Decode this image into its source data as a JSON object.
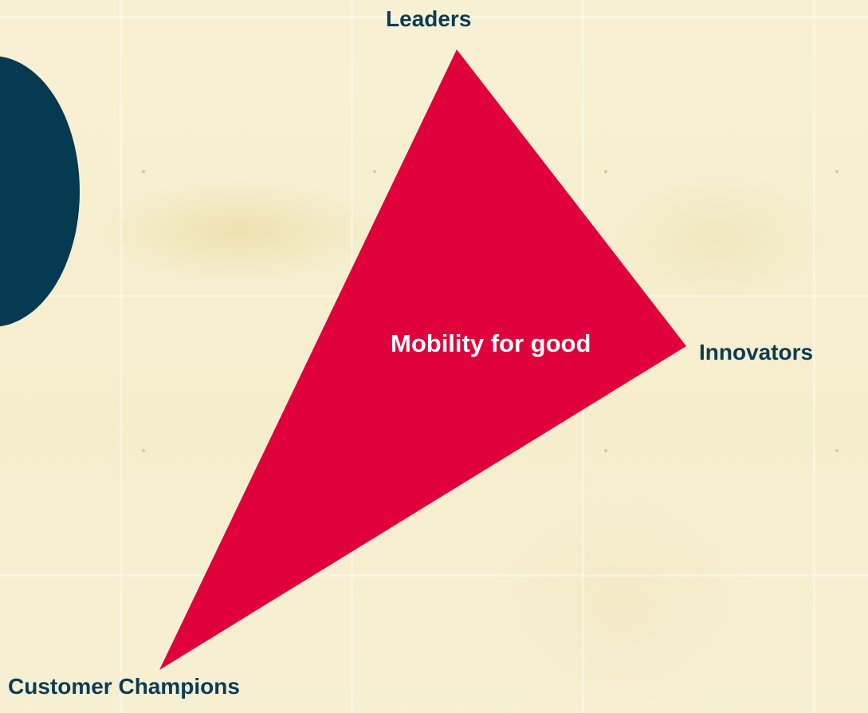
{
  "diagram": {
    "center_text": "Mobility for good",
    "vertices": {
      "top": "Leaders",
      "right": "Innovators",
      "bottom_left": "Customer Champions"
    }
  },
  "colors": {
    "triangle": "#e0003c",
    "label_text": "#0b3c55",
    "blob": "#053a50",
    "center_text": "#ffffff"
  }
}
